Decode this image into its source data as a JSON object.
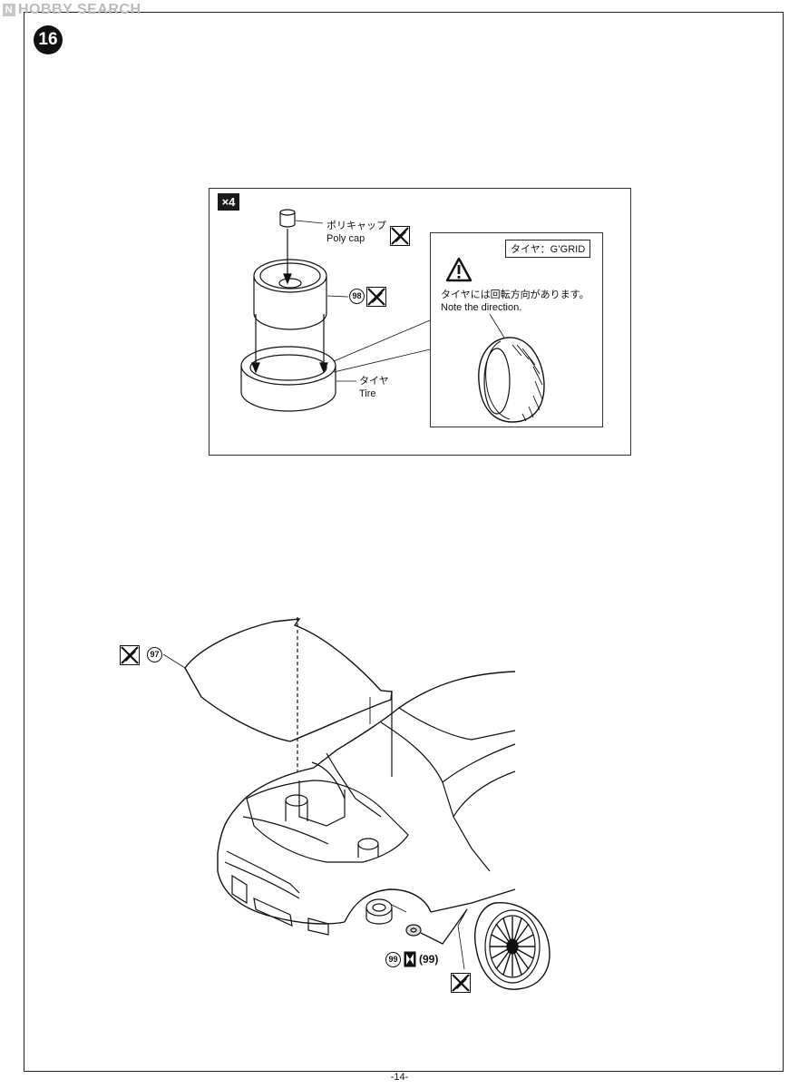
{
  "watermark": {
    "logo": "N",
    "text": "HOBBY SEARCH"
  },
  "step": {
    "number": "16"
  },
  "wheel_box": {
    "quantity": "×4",
    "polycap": {
      "jp": "ポリキャップ",
      "en": "Poly cap"
    },
    "wheel_part": "98",
    "tire": {
      "jp": "タイヤ",
      "en": "Tire"
    },
    "detail": {
      "tire_name": "タイヤ：G’GRID",
      "note_jp": "タイヤには回転方向があります。",
      "note_en": "Note the direction."
    }
  },
  "car_assembly": {
    "hood_part": "97",
    "hub_part": "99",
    "hub_part_alt": "(99)"
  },
  "footer": {
    "page": "-14-"
  }
}
